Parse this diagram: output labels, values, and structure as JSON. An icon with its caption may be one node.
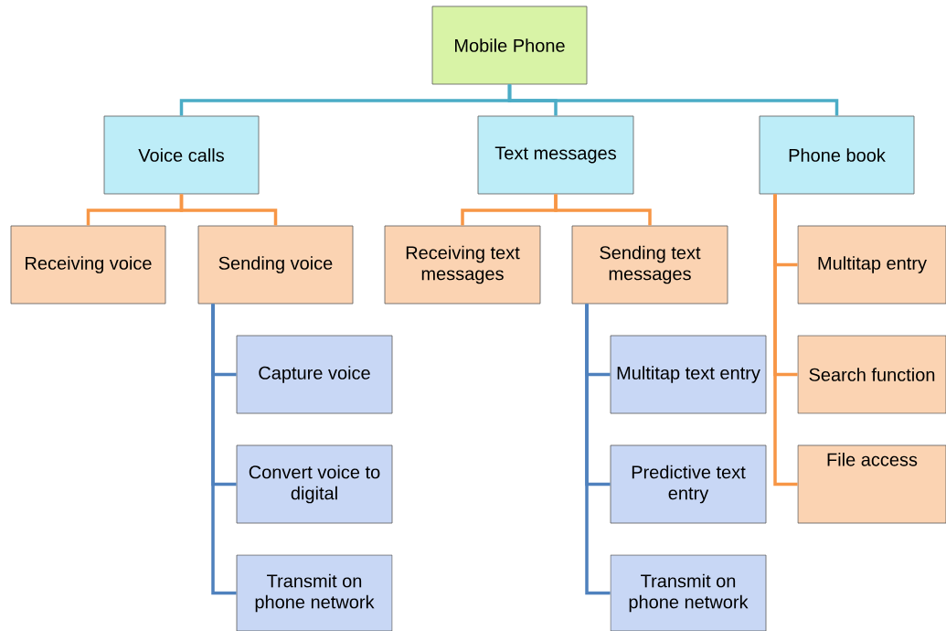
{
  "diagram": {
    "nodes": [
      {
        "text": [
          "Mobile Phone"
        ]
      },
      {
        "text": [
          "Voice calls"
        ]
      },
      {
        "text": [
          "Text messages"
        ]
      },
      {
        "text": [
          "Phone book"
        ]
      },
      {
        "text": [
          "Receiving voice"
        ]
      },
      {
        "text": [
          "Sending voice"
        ]
      },
      {
        "text": [
          "Receiving text messages"
        ]
      },
      {
        "text": [
          "Sending text messages"
        ]
      },
      {
        "text": [
          "Multitap entry"
        ]
      },
      {
        "text": [
          "Search function"
        ]
      },
      {
        "text": [
          "File access"
        ]
      },
      {
        "text": [
          "Capture voice"
        ]
      },
      {
        "text": [
          "Convert voice to digital"
        ]
      },
      {
        "text": [
          "Transmit on phone network"
        ]
      },
      {
        "text": [
          "Multitap text entry"
        ]
      },
      {
        "text": [
          "Predictive text entry"
        ]
      },
      {
        "text": [
          "Transmit on phone network"
        ]
      }
    ],
    "edges": [
      {
        "from": 0,
        "to": 1,
        "arrow": "none",
        "color": "#4bacc6"
      },
      {
        "from": 0,
        "to": 2,
        "arrow": "none",
        "color": "#4bacc6"
      },
      {
        "from": 0,
        "to": 3,
        "arrow": "none",
        "color": "#4bacc6"
      },
      {
        "from": 1,
        "to": 4,
        "arrow": "none"
      },
      {
        "from": 1,
        "to": 5,
        "arrow": "none"
      },
      {
        "from": 2,
        "to": 6,
        "arrow": "none"
      },
      {
        "from": 2,
        "to": 7,
        "arrow": "none"
      },
      {
        "from": 3,
        "to": 8,
        "arrow": "none"
      },
      {
        "from": 3,
        "to": 9,
        "arrow": "none"
      },
      {
        "from": 3,
        "to": 10,
        "arrow": "none"
      },
      {
        "from": 5,
        "to": 11,
        "arrow": "none",
        "color": "#4f81bd"
      },
      {
        "from": 5,
        "to": 12,
        "arrow": "none",
        "color": "#4f81bd"
      },
      {
        "from": 5,
        "to": 13,
        "arrow": "none",
        "color": "#4f81bd"
      },
      {
        "from": 7,
        "to": 14,
        "arrow": "none",
        "color": "#4f81bd"
      },
      {
        "from": 7,
        "to": 15,
        "arrow": "none",
        "color": "#4f81bd"
      },
      {
        "from": 7,
        "to": 16,
        "arrow": "none",
        "color": "#4f81bd"
      }
    ]
  }
}
